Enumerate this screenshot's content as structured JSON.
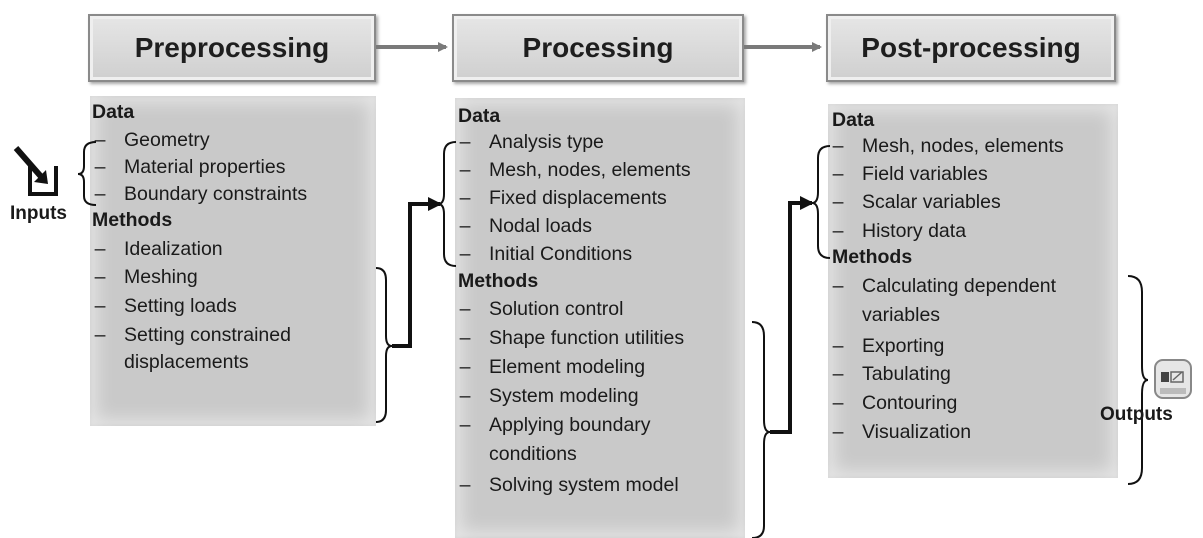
{
  "stages": {
    "preprocessing": {
      "title": "Preprocessing",
      "data_heading": "Data",
      "data_items": [
        "Geometry",
        "Material properties",
        "Boundary constraints"
      ],
      "methods_heading": "Methods",
      "method_items": [
        "Idealization",
        "Meshing",
        "Setting loads",
        "Setting constrained",
        "displacements"
      ]
    },
    "processing": {
      "title": "Processing",
      "data_heading": "Data",
      "data_items": [
        "Analysis type",
        "Mesh, nodes, elements",
        "Fixed displacements",
        "Nodal loads",
        "Initial Conditions"
      ],
      "methods_heading": "Methods",
      "method_items": [
        "Solution control",
        "Shape function utilities",
        "Element modeling",
        "System modeling",
        "Applying boundary",
        "conditions",
        "Solving system model"
      ]
    },
    "postprocessing": {
      "title": "Post-processing",
      "data_heading": "Data",
      "data_items": [
        "Mesh, nodes, elements",
        "Field variables",
        "Scalar variables",
        "History data"
      ],
      "methods_heading": "Methods",
      "method_items": [
        "Calculating dependent",
        "variables",
        "Exporting",
        "Tabulating",
        "Contouring",
        "Visualization"
      ]
    }
  },
  "inputs_label": "Inputs",
  "outputs_label": "Outputs",
  "colors": {
    "panel": "#c9c9c9",
    "header": "#d9d9d9",
    "arrow": "#7a7a7a",
    "connector": "#111111"
  }
}
